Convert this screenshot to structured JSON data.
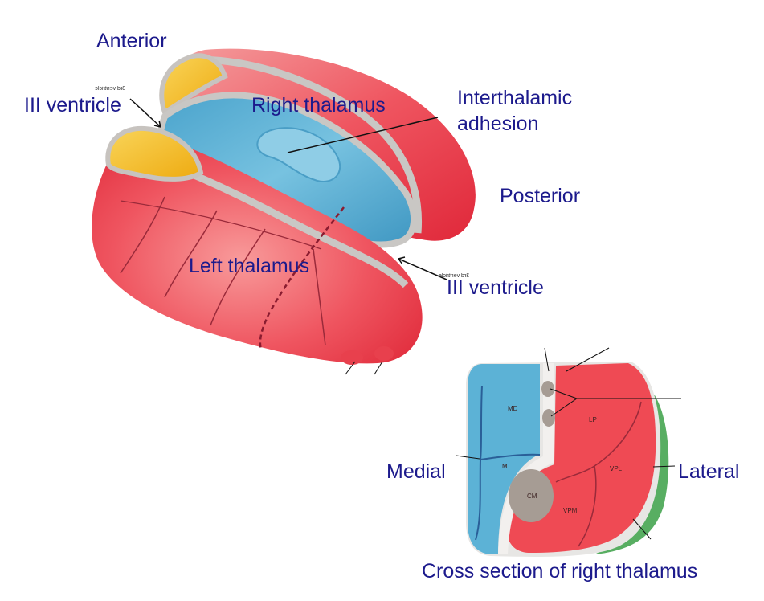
{
  "labels": {
    "anterior": "Anterior",
    "iii_ventricle_top": "III ventricle",
    "right_thalamus": "Right thalamus",
    "interthalamic_line1": "Interthalamic",
    "interthalamic_line2": "adhesion",
    "posterior": "Posterior",
    "left_thalamus": "Left thalamus",
    "iii_ventricle_bottom": "III ventricle",
    "medial": "Medial",
    "lateral": "Lateral",
    "cross_section": "Cross section of  right thalamus"
  },
  "mirrored_tags": {
    "top": "3rd ventricle",
    "bottom": "3rd ventricle"
  },
  "nuclei": {
    "md": "MD",
    "lp": "LP",
    "m": "M",
    "vpl": "VPL",
    "cm": "CM",
    "vpm": "VPM"
  },
  "colors": {
    "label_text": "#1c1a8c",
    "thalamus_red": "#ef4a54",
    "ventricle_blue": "#5cb2d6",
    "pulvinar_yellow": "#f6c12a",
    "capsule_green": "#58ae62",
    "nucleus_grey": "#a69c94"
  }
}
